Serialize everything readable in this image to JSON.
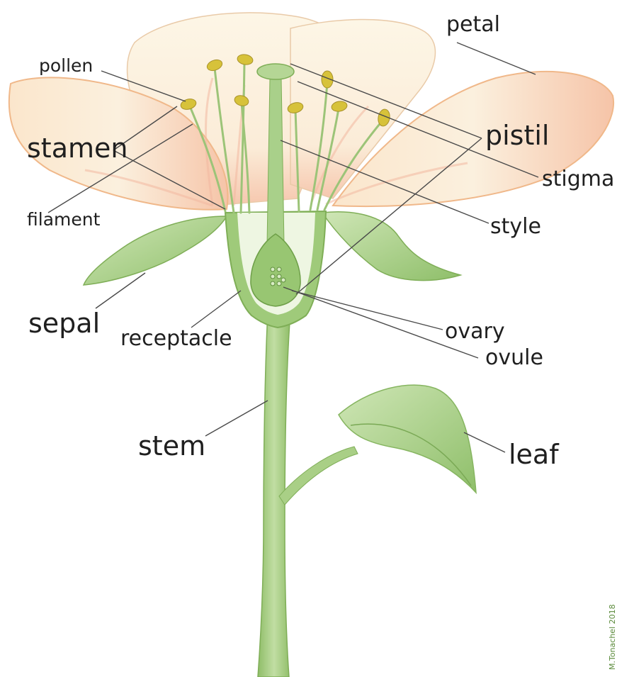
{
  "labels": {
    "petal": "petal",
    "pollen": "pollen",
    "stamen": "stamen",
    "filament": "filament",
    "pistil": "pistil",
    "stigma": "stigma",
    "style": "style",
    "sepal": "sepal",
    "receptacle": "receptacle",
    "ovary": "ovary",
    "ovule": "ovule",
    "stem": "stem",
    "leaf": "leaf"
  },
  "signature": "M.Tonachel 2018",
  "colors": {
    "petal_fill": "#fbf1dd",
    "petal_blush": "#f2b8a0",
    "green_dark": "#7fb05a",
    "green_light": "#b9d99a",
    "pollen": "#d7c23a",
    "leader_line": "#4a4a4a"
  }
}
